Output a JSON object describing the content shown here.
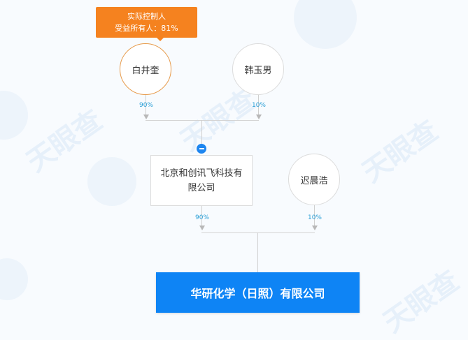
{
  "watermark": {
    "brand_text": "天眼查"
  },
  "badge": {
    "line1": "实际控制人",
    "line2": "受益所有人：81%",
    "color": "#f5821f"
  },
  "shareholders_level1": [
    {
      "name": "白井奎",
      "percent": "90%",
      "is_controller": true
    },
    {
      "name": "韩玉男",
      "percent": "10%",
      "is_controller": false
    }
  ],
  "intermediate": {
    "company_name": "北京和创讯飞科技有限公司",
    "percent": "90%",
    "collapse_icon": "minus-circle-icon"
  },
  "shareholders_level2": [
    {
      "name": "迟晨浩",
      "percent": "10%"
    }
  ],
  "target_company": {
    "name": "华研化学（日照）有限公司",
    "color": "#0e84f5"
  },
  "colors": {
    "percent_text": "#2a9fd6",
    "controller_border": "#e79a4a",
    "connector": "#cfcfcf"
  }
}
